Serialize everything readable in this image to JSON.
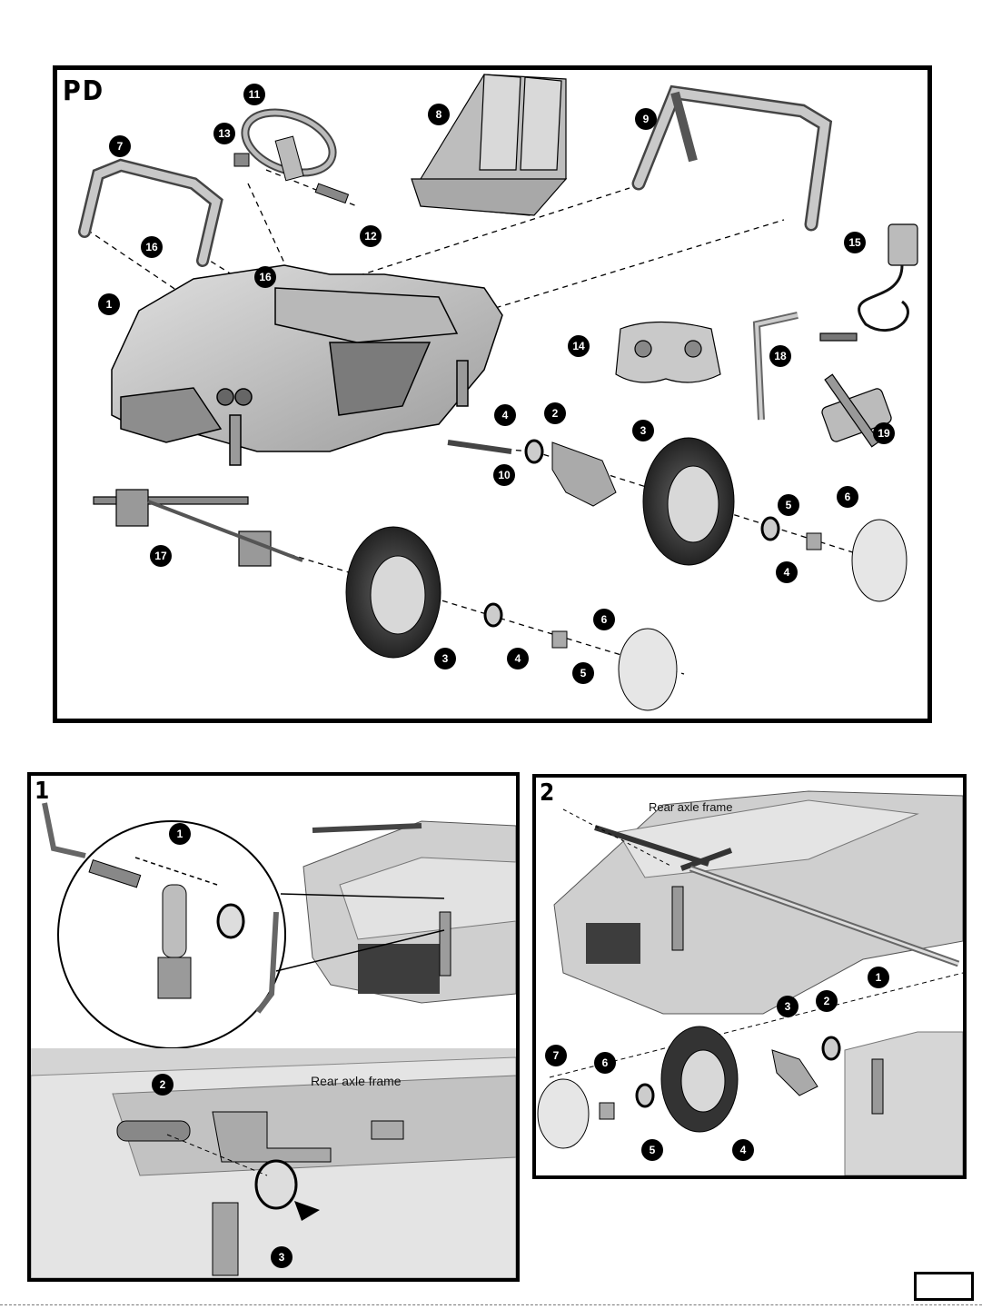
{
  "parts_panel": {
    "label": "PD",
    "callouts": [
      "1",
      "2",
      "3",
      "3",
      "4",
      "4",
      "4",
      "5",
      "5",
      "6",
      "6",
      "7",
      "8",
      "9",
      "10",
      "11",
      "12",
      "13",
      "14",
      "15",
      "16",
      "16",
      "17",
      "18",
      "19"
    ]
  },
  "step1": {
    "label": "1",
    "detail_callout": "1",
    "callout_bolt": "2",
    "callout_washer": "3",
    "caption": "Rear axle frame"
  },
  "step2": {
    "label": "2",
    "caption": "Rear axle frame",
    "callouts": [
      "1",
      "2",
      "3",
      "4",
      "5",
      "6",
      "7"
    ]
  },
  "colors": {
    "line": "#000000",
    "part_fill": "#cfcfcf",
    "part_dark": "#8a8a8a",
    "tire": "#3a3a3a"
  }
}
